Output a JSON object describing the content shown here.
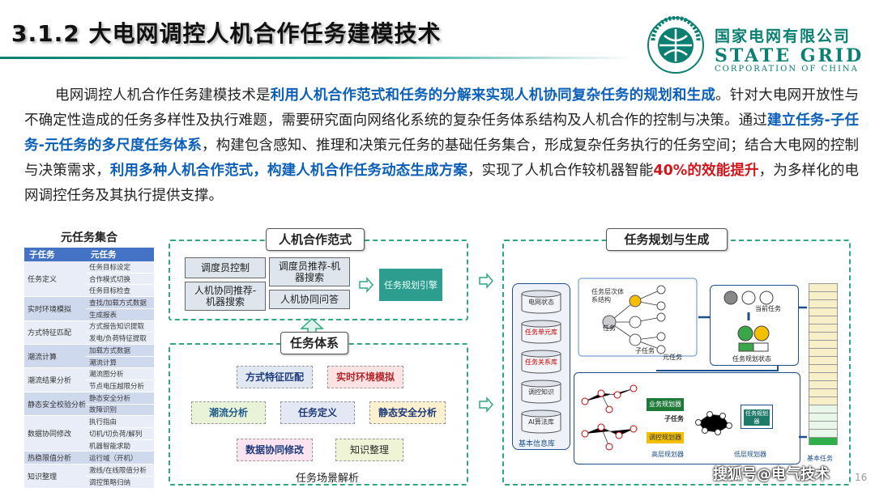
{
  "title": "3.1.2 大电网调控人机合作任务建模技术",
  "logo": {
    "cn": "国家电网有限公司",
    "en": "STATE GRID",
    "sub": "CORPORATION OF CHINA",
    "ring_text": "国家电网 STATE GRID"
  },
  "colors": {
    "teal": "#0a7f72",
    "blue_highlight": "#0b5fb8",
    "red_highlight": "#d0161b",
    "table_header": "#4472c4"
  },
  "paragraph": {
    "p1": "电网调控人机合作任务建模技术是",
    "h1": "利用人机合作范式和任务的分解来实现人机协同复杂任务的规划和生成",
    "p2": "。针对大电网开放性与不确定性造成的任务多样性及执行难题，需要研究面向网络化系统的复杂任务体系结构及人机合作的控制与决策。通过",
    "h2": "建立任务-子任务-元任务的多尺度任务体系",
    "p3": "，构建包含感知、推理和决策元任务的基础任务集合，形成复杂任务执行的任务空间；结合大电网的控制与决策需求，",
    "h3": "利用多种人机合作范式，构建人机合作任务动态生成方案",
    "p4": "，实现了人机合作较机器智能",
    "h4": "40%的效能提升",
    "p5": "，为多样化的电网调控任务及其执行提供支撑。"
  },
  "meta_table": {
    "title": "元任务集合",
    "headers": [
      "子任务",
      "元任务"
    ],
    "rows": [
      {
        "cat": "任务定义",
        "items": [
          "任务目标设定",
          "合作模式切换",
          "任务目标检查"
        ]
      },
      {
        "cat": "实时环境模拟",
        "items": [
          "查找/加载方式数据",
          "生成报表"
        ]
      },
      {
        "cat": "方式特征匹配",
        "items": [
          "方式报告知识提取",
          "发电/负荷特征提取"
        ]
      },
      {
        "cat": "潮流计算",
        "items": [
          "加载方式数据",
          "潮流计算"
        ]
      },
      {
        "cat": "潮流结果分析",
        "items": [
          "潮流图分析",
          "节点电压越限分析"
        ]
      },
      {
        "cat": "静态安全校验分析",
        "items": [
          "静态安全分析",
          "故障识别"
        ]
      },
      {
        "cat": "数据协同修改",
        "items": [
          "执行指由",
          "切机/切负荷/解列",
          "机器智能求助"
        ]
      },
      {
        "cat": "热稳限值分析",
        "items": [
          "运行域（开机）"
        ]
      },
      {
        "cat": "知识整理",
        "items": [
          "激线/在线限值分析",
          "调控策略归纳"
        ]
      }
    ]
  },
  "hmi_panel": {
    "label": "人机合作范式",
    "modes": [
      "调度员控制",
      "调度员推荐-机器搜索",
      "人机协同推荐-机器搜索",
      "人机协同问答"
    ],
    "engine": "任务规划引擎"
  },
  "task_panel": {
    "label": "任务体系",
    "tasks": [
      "方式特征匹配",
      "实时环境模拟",
      "潮流分析",
      "任务定义",
      "静态安全分析",
      "数据协同修改",
      "知识整理"
    ],
    "footer": "任务场景解析"
  },
  "plan_panel": {
    "label": "任务规划与生成",
    "db_items": [
      "电网状态",
      "任务单元库",
      "任务关系库",
      "调控知识",
      "AI算法库"
    ],
    "db_caption": "基本信息库",
    "tree_caption": "任务层次体系结构",
    "tree_task": "任务",
    "tree_sub": "子任务",
    "tree_meta": "元任务",
    "current_task": "当前任务",
    "plan_state": "任务规划状态",
    "business_plan": "业务规划器",
    "subtask": "子任务",
    "control_plan": "调控规划器",
    "high_level_plan": "高层规划器",
    "task_plan": "任务规划器",
    "low_level_plan": "低层规划器",
    "base_task": "基本任务"
  },
  "watermark": "搜狐号@电气技术",
  "page_number": "16"
}
